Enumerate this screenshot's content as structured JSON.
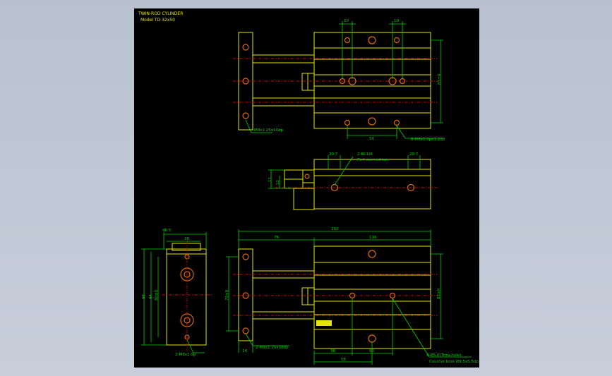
{
  "title": {
    "line1": "TWIN-ROD CYLINDER",
    "line2": "Model TD 32x50"
  },
  "dims": {
    "d10a": "10",
    "d10b": "10",
    "d50": "50",
    "d83a": "83±0",
    "d83b": "83±0",
    "d20_7a": "20.7",
    "d20_7b": "20.7",
    "d11": "11",
    "d12": "12",
    "d40_5": "40.5",
    "d38": "38",
    "d96": "96",
    "d94": "94",
    "d80": "80±0",
    "d76": "76",
    "d192": "192",
    "d116": "116",
    "d70": "70±0",
    "d14": "14",
    "d36": "36",
    "d90": "90",
    "d58": "58"
  },
  "notes": {
    "top_hole": "M8x1.25x10dp",
    "top_tap": "6-M6x1.0px1.2dp",
    "port": "2-RC1/8",
    "port_sub": "Port connection",
    "left_tap": "2-M6x1.0p",
    "mid_tap": "2-M8x1.25x10dp",
    "thru": "4-Ø5.6(Thru-hole)",
    "counter": "Counter bore Ø9.5x5.5dp"
  },
  "colors": {
    "background": "#000000",
    "outline": "#e6e600",
    "dimension": "#00d200",
    "centerline": "#d00000",
    "hole": "#e06a00"
  }
}
